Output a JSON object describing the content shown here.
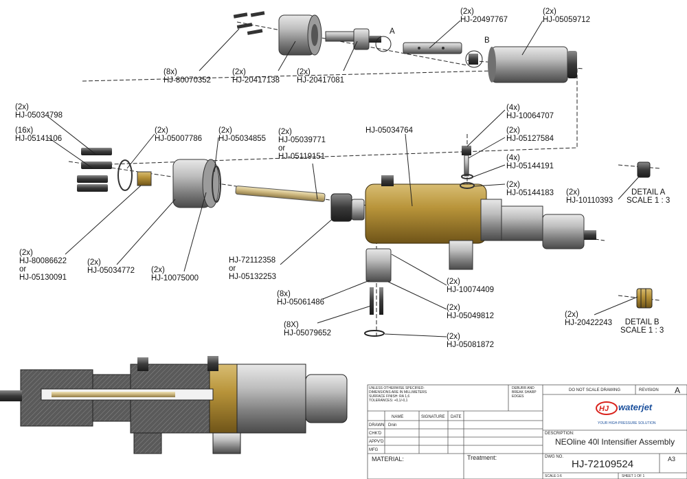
{
  "callouts": {
    "c1": {
      "qty": "(8x)",
      "part": "HJ-80070352"
    },
    "c2": {
      "qty": "(2x)",
      "part": "HJ-20417138"
    },
    "c3": {
      "qty": "(2x)",
      "part": "HJ-20417081"
    },
    "c4": {
      "qty": "(2x)",
      "part": "HJ-20497767"
    },
    "c5": {
      "qty": "(2x)",
      "part": "HJ-05059712"
    },
    "c6": {
      "qty": "(2x)",
      "part": "HJ-05034798"
    },
    "c7": {
      "qty": "(16x)",
      "part": "HJ-05141106"
    },
    "c8": {
      "qty": "(2x)",
      "part": "HJ-05007786"
    },
    "c9": {
      "qty": "(2x)",
      "part": "HJ-05034855"
    },
    "c10": {
      "qty": "(2x)",
      "part": "HJ-05039771",
      "or": "or",
      "alt": "HJ-05119151"
    },
    "c11": {
      "part": "HJ-05034764"
    },
    "c12": {
      "qty": "(4x)",
      "part": "HJ-10064707"
    },
    "c13": {
      "qty": "(2x)",
      "part": "HJ-05127584"
    },
    "c14": {
      "qty": "(4x)",
      "part": "HJ-05144191"
    },
    "c15": {
      "qty": "(2x)",
      "part": "HJ-05144183"
    },
    "c16": {
      "qty": "(2x)",
      "part": "HJ-10110393"
    },
    "c17": {
      "qty": "(2x)",
      "part": "HJ-80086622",
      "or": "or",
      "alt": "HJ-05130091"
    },
    "c18": {
      "qty": "(2x)",
      "part": "HJ-05034772"
    },
    "c19": {
      "qty": "(2x)",
      "part": "HJ-10075000"
    },
    "c20": {
      "part": "HJ-72112358",
      "or": "or",
      "alt": "HJ-05132253"
    },
    "c21": {
      "qty": "(2x)",
      "part": "HJ-10074409"
    },
    "c22": {
      "qty": "(8x)",
      "part": "HJ-05061486"
    },
    "c23": {
      "qty": "(2x)",
      "part": "HJ-05049812"
    },
    "c24": {
      "qty": "(8X)",
      "part": "HJ-05079652"
    },
    "c25": {
      "qty": "(2x)",
      "part": "HJ-05081872"
    },
    "c26": {
      "qty": "(2x)",
      "part": "HJ-20422243"
    }
  },
  "detail_letters": {
    "a": "A",
    "b": "B"
  },
  "details": {
    "a": {
      "title": "DETAIL A",
      "scale": "SCALE 1 : 3"
    },
    "b": {
      "title": "DETAIL B",
      "scale": "SCALE 1 : 3"
    }
  },
  "title_block": {
    "notes": [
      "UNLESS OTHERWISE SPECIFIED:",
      "DIMENSIONS ARE IN MILLIMETERS",
      "SURFACE FINISH: RA 1,6",
      "TOLERANCES: +0,1/-0,1"
    ],
    "deburr": [
      "DEBURR AND",
      "BREAK SHARP",
      "EDGES"
    ],
    "do_not_scale": "DO NOT SCALE DRAWING",
    "revision_label": "REVISION",
    "revision": "A",
    "col_name": "NAME",
    "col_signature": "SIGNATURE",
    "col_date": "DATE",
    "rows": [
      "DRAWN",
      "CHK'D",
      "APPV'D",
      "MFG"
    ],
    "drawn_name": "Dnin",
    "logo_brand": "waterjet",
    "logo_tagline": "YOUR HIGH-PRESSURE SOLUTION",
    "description_label": "DESCRIPTION:",
    "description": "NEOline 40l Intensifier Assembly",
    "material_label": "MATERIAL:",
    "treatment_label": "Treatment:",
    "dwg_no_label": "DWG NO.",
    "dwg_no": "HJ-72109524",
    "sheet_size": "A3",
    "scale": "SCALE:1:6",
    "sheet": "SHEET 1 OF 1"
  },
  "colors": {
    "brass": "#b8943a",
    "steel": "#9a9a9a",
    "dark": "#3a3a3a",
    "logo_red": "#d9231d",
    "logo_blue": "#1a4f9c"
  }
}
